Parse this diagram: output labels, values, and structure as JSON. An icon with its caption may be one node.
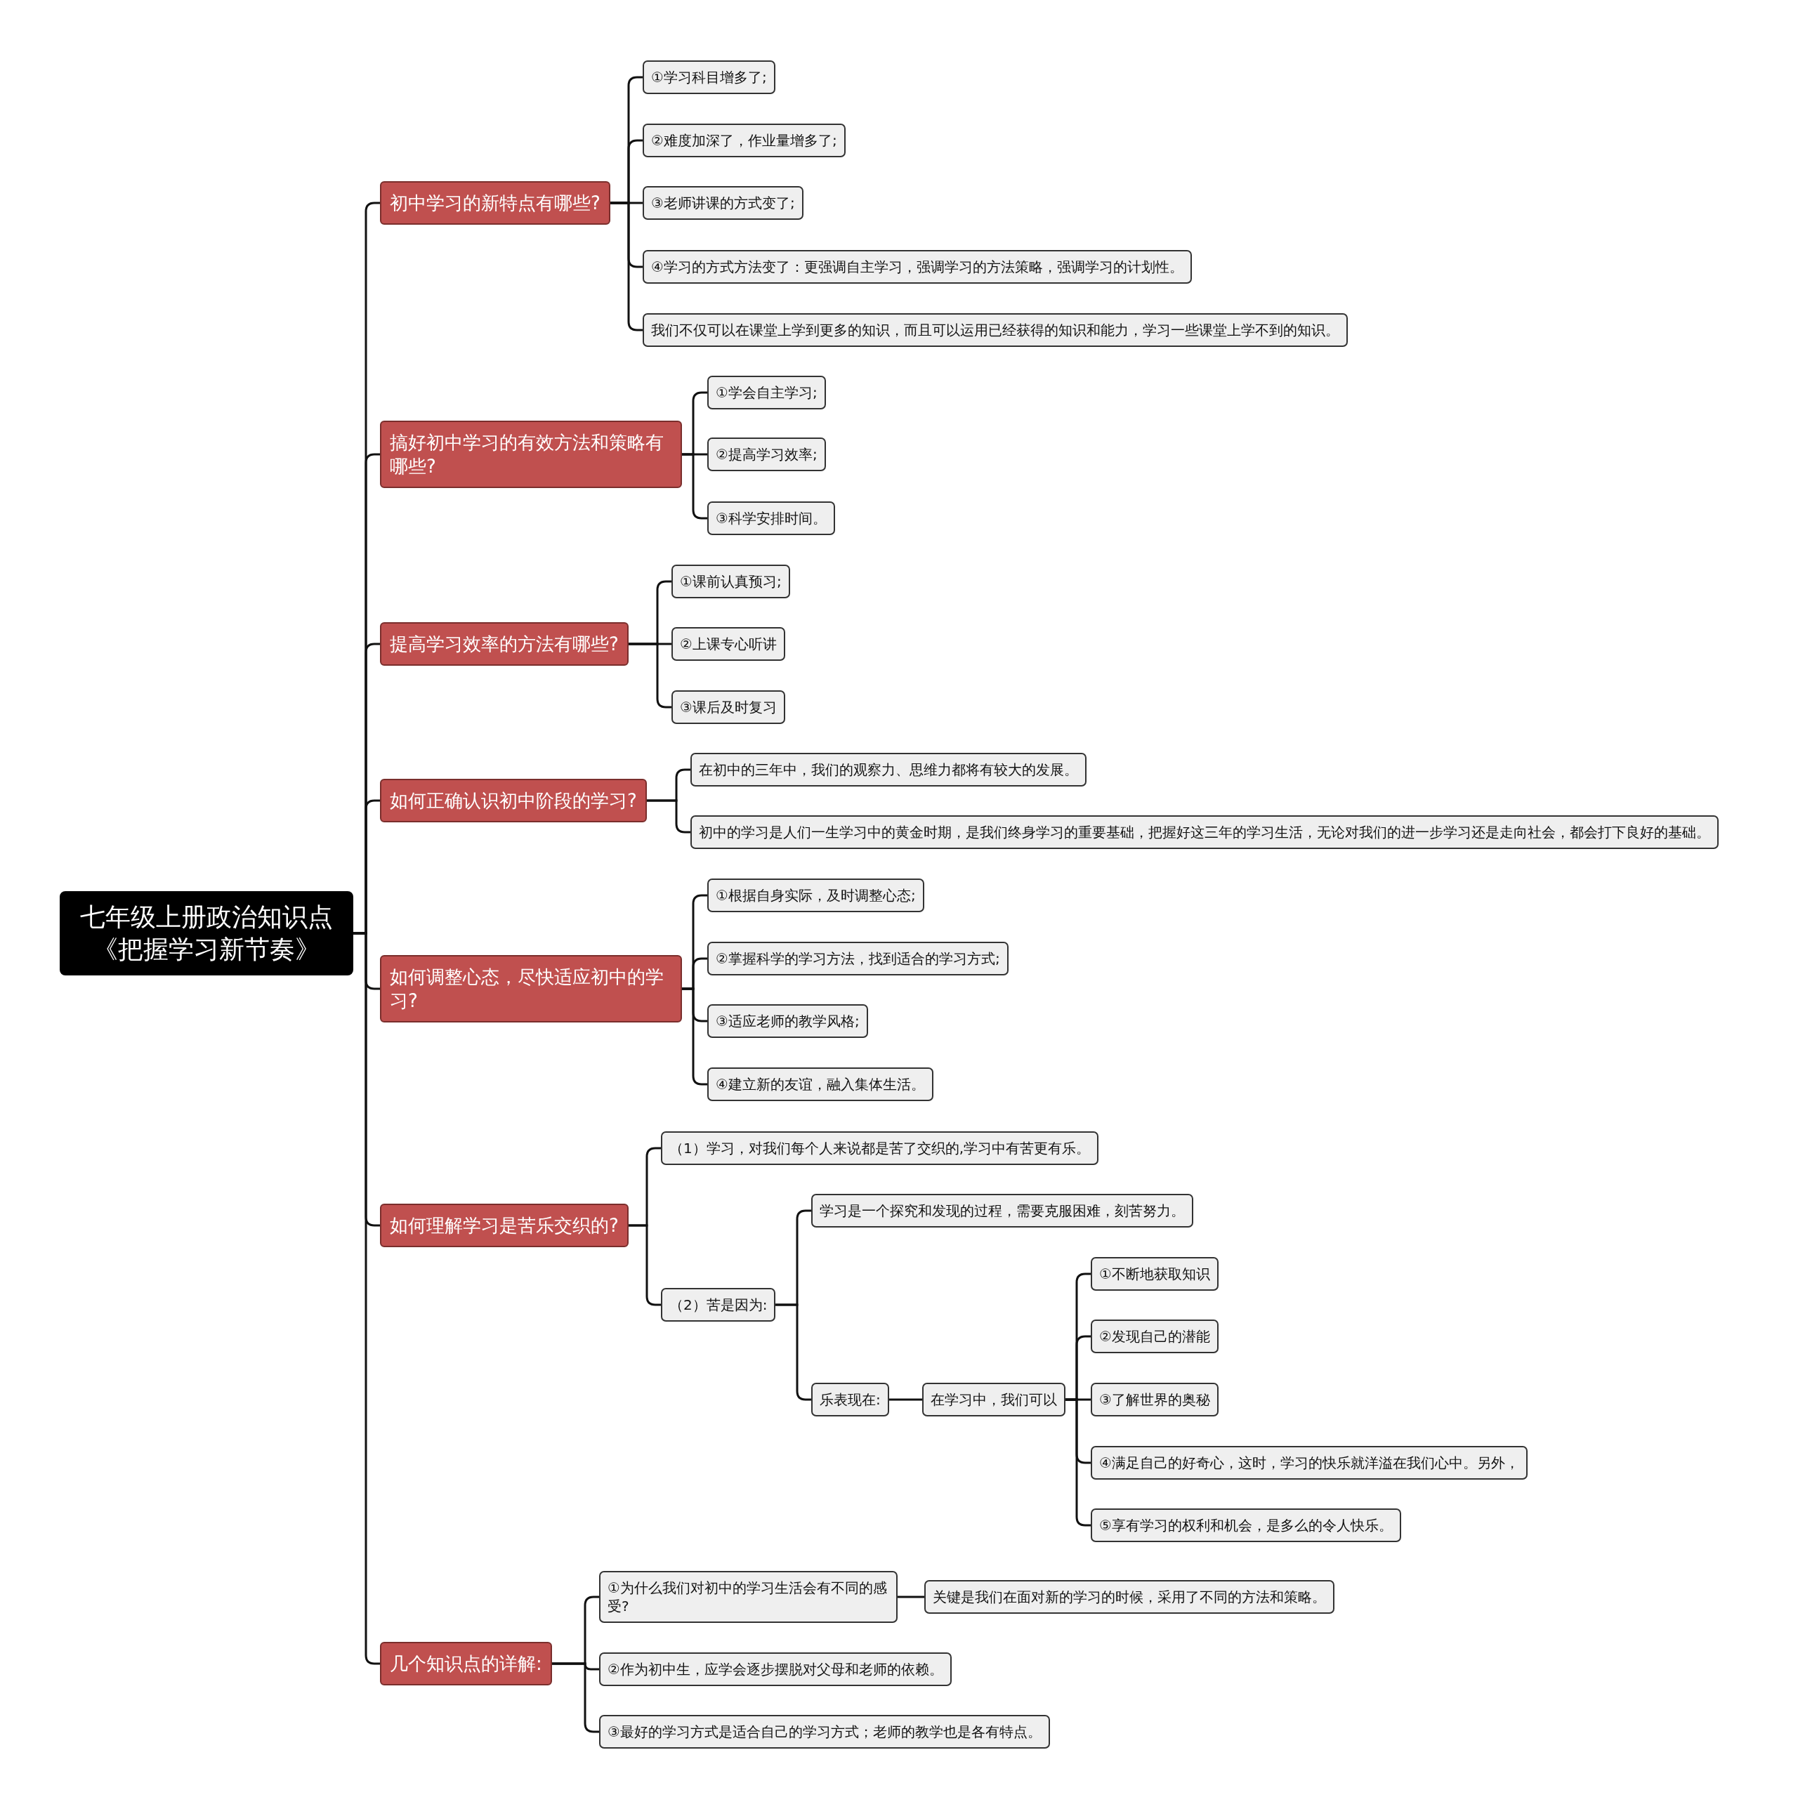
{
  "diagram": {
    "nodes": [
      {
        "text": [
          "七年级上册政治知识点《把握学习新节奏》"
        ]
      },
      {
        "text": [
          "初中学习的新特点有哪些?"
        ]
      },
      {
        "text": [
          "①学习科目增多了;"
        ]
      },
      {
        "text": [
          "②难度加深了，作业量增多了;"
        ]
      },
      {
        "text": [
          "③老师讲课的方式变了;"
        ]
      },
      {
        "text": [
          "④学习的方式方法变了：更强调自主学习，强调学习的方法策略，强调学习的计划性。"
        ]
      },
      {
        "text": [
          "我们不仅可以在课堂上学到更多的知识，而且可以运用已经获得的知识和能力，学习一些课堂上学不到的知识。"
        ]
      },
      {
        "text": [
          "搞好初中学习的有效方法和策略有哪些?"
        ]
      },
      {
        "text": [
          "①学会自主学习;"
        ]
      },
      {
        "text": [
          "②提高学习效率;"
        ]
      },
      {
        "text": [
          "③科学安排时间。"
        ]
      },
      {
        "text": [
          "提高学习效率的方法有哪些?"
        ]
      },
      {
        "text": [
          "①课前认真预习;"
        ]
      },
      {
        "text": [
          "②上课专心听讲"
        ]
      },
      {
        "text": [
          "③课后及时复习"
        ]
      },
      {
        "text": [
          "如何正确认识初中阶段的学习?"
        ]
      },
      {
        "text": [
          "在初中的三年中，我们的观察力、思维力都将有较大的发展。"
        ]
      },
      {
        "text": [
          "初中的学习是人们一生学习中的黄金时期，是我们终身学习的重要基础，把握好这三年的学习生活，无论对我们的进一步学习还是走向社会，都会打下良好的基础。"
        ]
      },
      {
        "text": [
          "如何调整心态，尽快适应初中的学习?"
        ]
      },
      {
        "text": [
          "①根据自身实际，及时调整心态;"
        ]
      },
      {
        "text": [
          "②掌握科学的学习方法，找到适合的学习方式;"
        ]
      },
      {
        "text": [
          "③适应老师的教学风格;"
        ]
      },
      {
        "text": [
          "④建立新的友谊，融入集体生活。"
        ]
      },
      {
        "text": [
          "如何理解学习是苦乐交织的?"
        ]
      },
      {
        "text": [
          "（1）学习，对我们每个人来说都是苦了交织的,学习中有苦更有乐。"
        ]
      },
      {
        "text": [
          "（2）苦是因为:"
        ]
      },
      {
        "text": [
          "学习是一个探究和发现的过程，需要克服困难，刻苦努力。"
        ]
      },
      {
        "text": [
          "乐表现在:"
        ]
      },
      {
        "text": [
          "在学习中，我们可以"
        ]
      },
      {
        "text": [
          "①不断地获取知识"
        ]
      },
      {
        "text": [
          "②发现自己的潜能"
        ]
      },
      {
        "text": [
          "③了解世界的奥秘"
        ]
      },
      {
        "text": [
          "④满足自己的好奇心，这时，学习的快乐就洋溢在我们心中。另外，"
        ]
      },
      {
        "text": [
          "⑤享有学习的权利和机会，是多么的令人快乐。"
        ]
      },
      {
        "text": [
          "几个知识点的详解:"
        ]
      },
      {
        "text": [
          "①为什么我们对初中的学习生活会有不同的感受?"
        ]
      },
      {
        "text": [
          "关键是我们在面对新的学习的时候，采用了不同的方法和策略。"
        ]
      },
      {
        "text": [
          "②作为初中生，应学会逐步摆脱对父母和老师的依赖。"
        ]
      },
      {
        "text": [
          "③最好的学习方式是适合自己的学习方式；老师的教学也是各有特点。"
        ]
      }
    ],
    "edges": [
      {
        "from": 0,
        "to": 1,
        "arrow": "none"
      },
      {
        "from": 1,
        "to": 2,
        "arrow": "none"
      },
      {
        "from": 1,
        "to": 3,
        "arrow": "none"
      },
      {
        "from": 1,
        "to": 4,
        "arrow": "none"
      },
      {
        "from": 1,
        "to": 5,
        "arrow": "none"
      },
      {
        "from": 1,
        "to": 6,
        "arrow": "none"
      },
      {
        "from": 0,
        "to": 7,
        "arrow": "none"
      },
      {
        "from": 7,
        "to": 8,
        "arrow": "none"
      },
      {
        "from": 7,
        "to": 9,
        "arrow": "none"
      },
      {
        "from": 7,
        "to": 10,
        "arrow": "none"
      },
      {
        "from": 0,
        "to": 11,
        "arrow": "none"
      },
      {
        "from": 11,
        "to": 12,
        "arrow": "none"
      },
      {
        "from": 11,
        "to": 13,
        "arrow": "none"
      },
      {
        "from": 11,
        "to": 14,
        "arrow": "none"
      },
      {
        "from": 0,
        "to": 15,
        "arrow": "none"
      },
      {
        "from": 15,
        "to": 16,
        "arrow": "none"
      },
      {
        "from": 15,
        "to": 17,
        "arrow": "none"
      },
      {
        "from": 0,
        "to": 18,
        "arrow": "none"
      },
      {
        "from": 18,
        "to": 19,
        "arrow": "none"
      },
      {
        "from": 18,
        "to": 20,
        "arrow": "none"
      },
      {
        "from": 18,
        "to": 21,
        "arrow": "none"
      },
      {
        "from": 18,
        "to": 22,
        "arrow": "none"
      },
      {
        "from": 0,
        "to": 23,
        "arrow": "none"
      },
      {
        "from": 23,
        "to": 24,
        "arrow": "none"
      },
      {
        "from": 23,
        "to": 25,
        "arrow": "none"
      },
      {
        "from": 25,
        "to": 26,
        "arrow": "none"
      },
      {
        "from": 25,
        "to": 27,
        "arrow": "none"
      },
      {
        "from": 27,
        "to": 28,
        "arrow": "none"
      },
      {
        "from": 28,
        "to": 29,
        "arrow": "none"
      },
      {
        "from": 28,
        "to": 30,
        "arrow": "none"
      },
      {
        "from": 28,
        "to": 31,
        "arrow": "none"
      },
      {
        "from": 28,
        "to": 32,
        "arrow": "none"
      },
      {
        "from": 28,
        "to": 33,
        "arrow": "none"
      },
      {
        "from": 0,
        "to": 34,
        "arrow": "none"
      },
      {
        "from": 34,
        "to": 35,
        "arrow": "none"
      },
      {
        "from": 35,
        "to": 36,
        "arrow": "none"
      },
      {
        "from": 34,
        "to": 37,
        "arrow": "none"
      },
      {
        "from": 34,
        "to": 38,
        "arrow": "none"
      }
    ]
  }
}
